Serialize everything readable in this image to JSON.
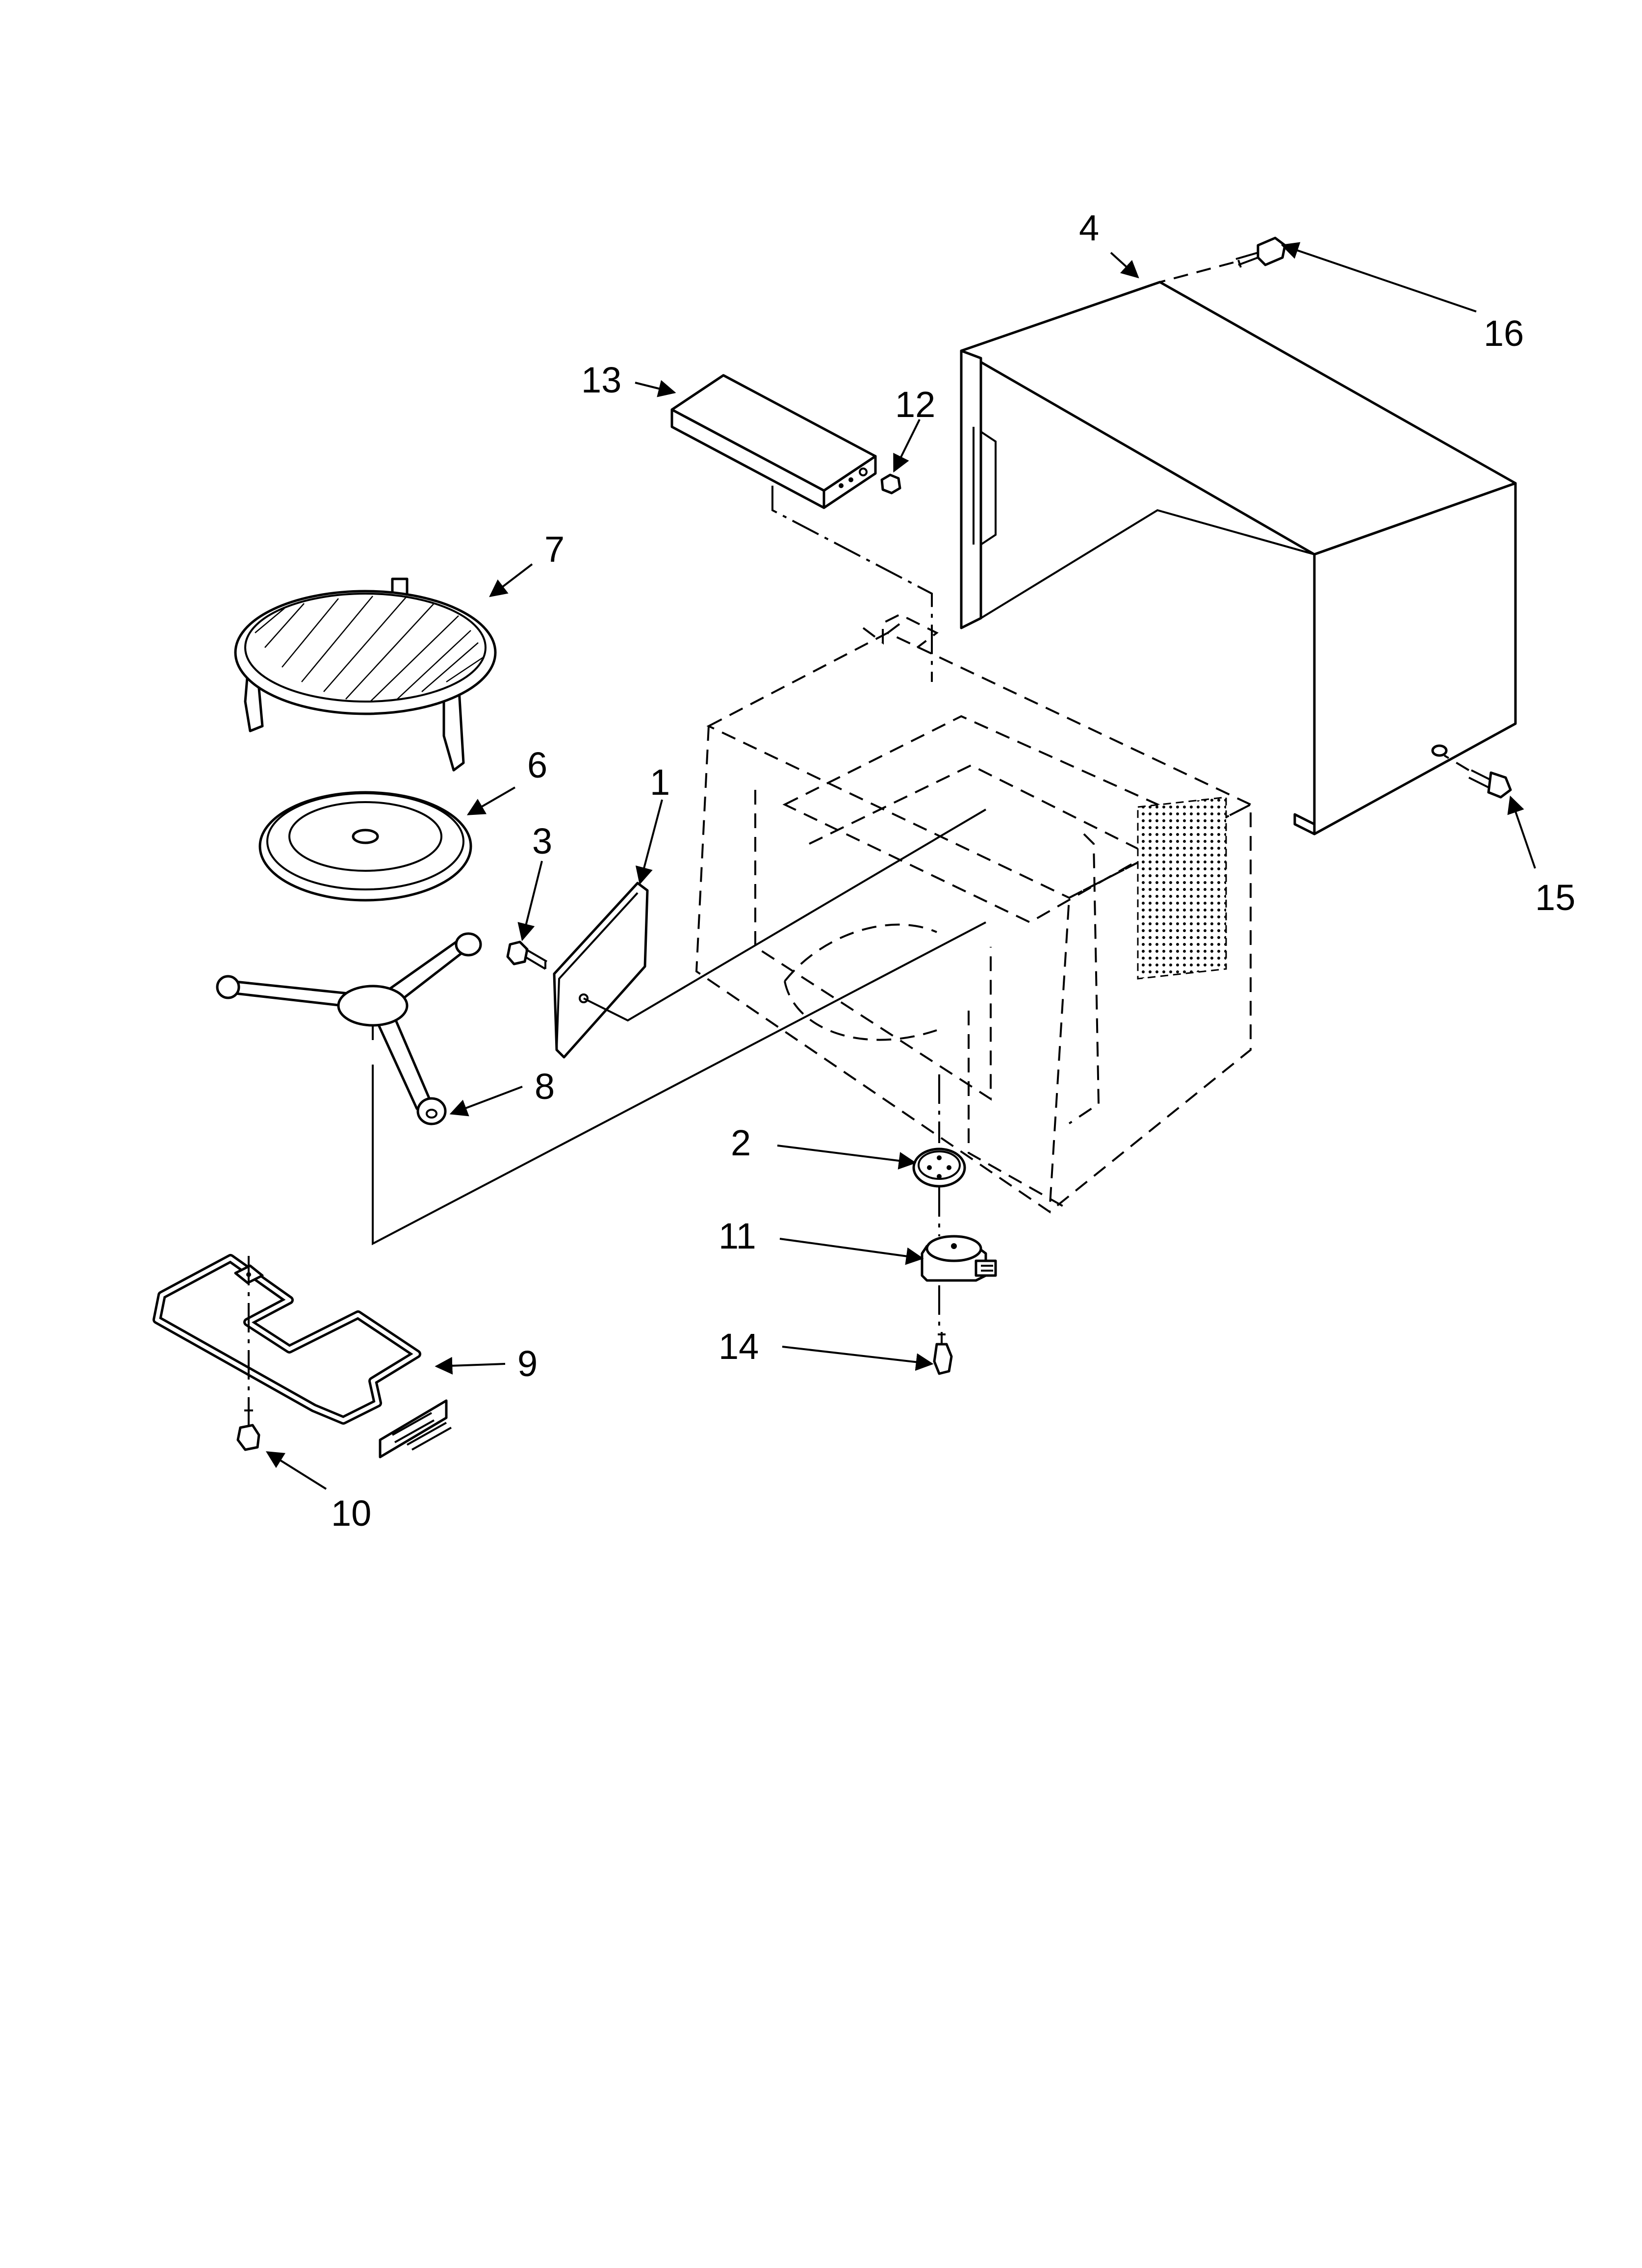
{
  "diagram": {
    "callouts": [
      {
        "id": "1",
        "label": "1"
      },
      {
        "id": "2",
        "label": "2"
      },
      {
        "id": "3",
        "label": "3"
      },
      {
        "id": "4",
        "label": "4"
      },
      {
        "id": "6",
        "label": "6"
      },
      {
        "id": "7",
        "label": "7"
      },
      {
        "id": "8",
        "label": "8"
      },
      {
        "id": "9",
        "label": "9"
      },
      {
        "id": "10",
        "label": "10"
      },
      {
        "id": "11",
        "label": "11"
      },
      {
        "id": "12",
        "label": "12"
      },
      {
        "id": "13",
        "label": "13"
      },
      {
        "id": "14",
        "label": "14"
      },
      {
        "id": "15",
        "label": "15"
      },
      {
        "id": "16",
        "label": "16"
      }
    ]
  }
}
